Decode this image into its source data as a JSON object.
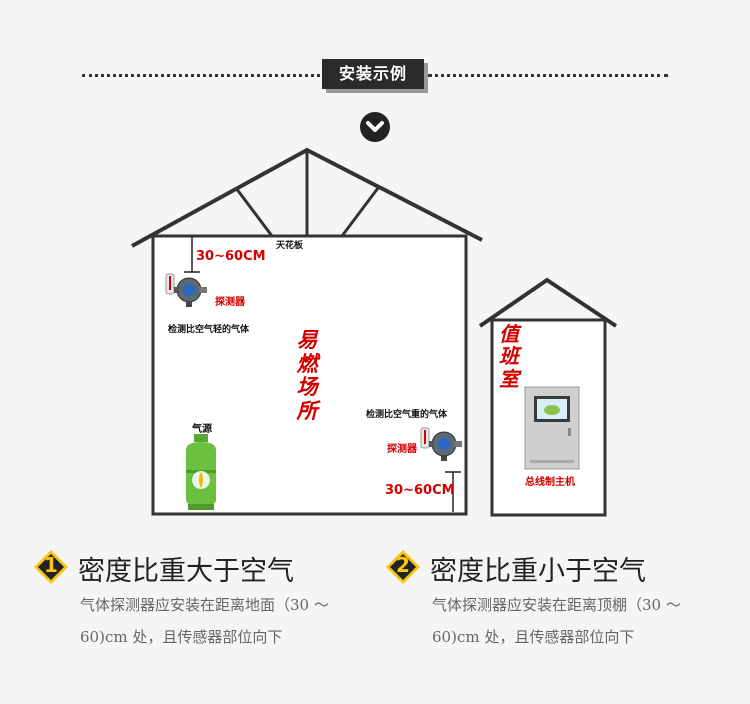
{
  "section_title": "安装示例",
  "diagram": {
    "ceiling_label": "天花板",
    "top_range": "30~60CM",
    "bottom_range": "30~60CM",
    "detector_top": "探测器",
    "detector_bottom": "探测器",
    "light_gas": "检测比空气轻的气体",
    "heavy_gas": "检测比空气重的气体",
    "gas_source": "气源",
    "site_chars": [
      "易",
      "燃",
      "场",
      "所"
    ],
    "duty_chars": [
      "值",
      "班",
      "室"
    ],
    "controller": "总线制主机"
  },
  "items": [
    {
      "number": "1",
      "title": "密度比重大于空气",
      "desc_line1": "气体探测器应安装在距离地面（30 ～",
      "desc_line2": "60)cm 处，且传感器部位向下"
    },
    {
      "number": "2",
      "title": "密度比重小于空气",
      "desc_line1": "气体探测器应安装在距离顶棚（30 ～",
      "desc_line2": "60)cm 处，且传感器部位向下"
    }
  ],
  "colors": {
    "accent_red": "#d40000",
    "badge": "#f5c518",
    "dark": "#222222"
  }
}
